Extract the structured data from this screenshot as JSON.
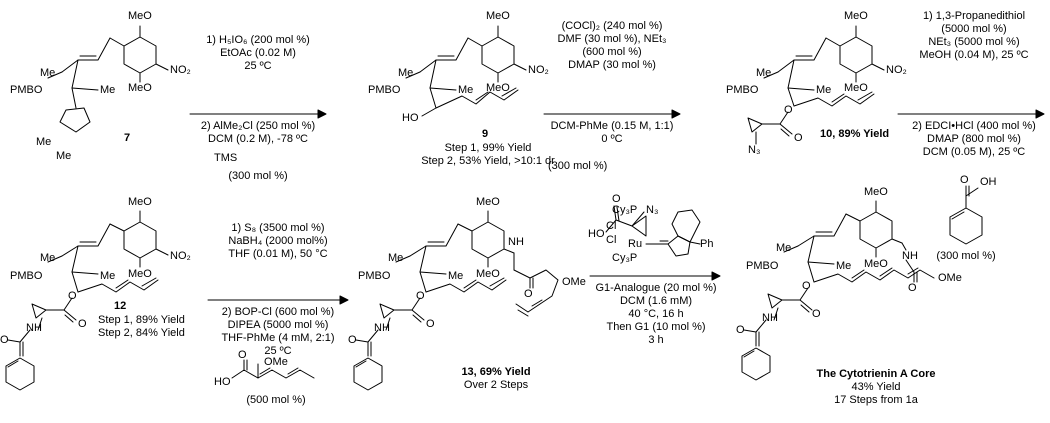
{
  "compound_labels": {
    "c7": "7",
    "c9": "9",
    "c10": "10, 89% Yield",
    "c12": "12",
    "c13": "13, 69% Yield",
    "c13_note": "Over 2 Steps",
    "core_title": "The Cytotrienin A Core",
    "core_yield": "43% Yield",
    "core_steps": "17 Steps from 1a"
  },
  "atom_labels": {
    "meo": "MeO",
    "ome": "OMe",
    "no2": "NO₂",
    "me": "Me",
    "pmbo": "PMBO",
    "ho": "HO",
    "o": "O",
    "nh": "NH",
    "n": "N",
    "n3": "N₃",
    "oh": "OH",
    "tms": "TMS",
    "ph": "Ph",
    "ru": "Ru",
    "cl": "Cl",
    "cy3p": "Cy₃P"
  },
  "step1": {
    "line1": "1) H₅IO₆ (200 mol %)",
    "line2": "EtOAc (0.02 M)",
    "line3": "25 ºC",
    "line4": "2) AlMe₂Cl (250 mol %)",
    "line5": "DCM (0.2 M), -78 ºC",
    "reagent_amount": "(300 mol %)",
    "result1": "Step 1, 99% Yield",
    "result2": "Step 2, 53% Yield, >10:1 dr"
  },
  "step2": {
    "line1": "(COCl)₂ (240 mol %)",
    "line2": "DMF (30 mol %), NEt₃",
    "line3": "(600 mol %)",
    "line4": "DMAP (30 mol %)",
    "line5": "DCM-PhMe (0.15 M, 1:1)",
    "line6": "0 ºC",
    "reagent_amount": "(300 mol %)"
  },
  "step3": {
    "line1": "1) 1,3-Propanedithiol",
    "line2": "(5000 mol %)",
    "line3": "NEt₃ (5000 mol %)",
    "line4": "MeOH (0.04 M), 25 ºC",
    "line5": "2) EDCI•HCl (400 mol %)",
    "line6": "DMAP (800 mol %)",
    "line7": "DCM (0.05 M), 25 ºC",
    "reagent_amount": "(300 mol %)"
  },
  "step4": {
    "line1": "1) S₈ (3500 mol %)",
    "line2": "NaBH₄ (2000 mol%)",
    "line3": "THF (0.01 M), 50 °C",
    "line4": "2) BOP-Cl (600 mol %)",
    "line5": "DIPEA (5000 mol %)",
    "line6": "THF-PhMe (4 mM, 2:1)",
    "line7": "25 ºC",
    "reagent_amount": "(500 mol %)",
    "result1": "Step 1, 89% Yield",
    "result2": "Step 2, 84% Yield"
  },
  "step5": {
    "line1": "G1-Analogue (20 mol %)",
    "line2": "DCM (1.6 mM)",
    "line3": "40 °C, 16 h",
    "line4": "Then G1 (10 mol %)",
    "line5": "3 h"
  }
}
